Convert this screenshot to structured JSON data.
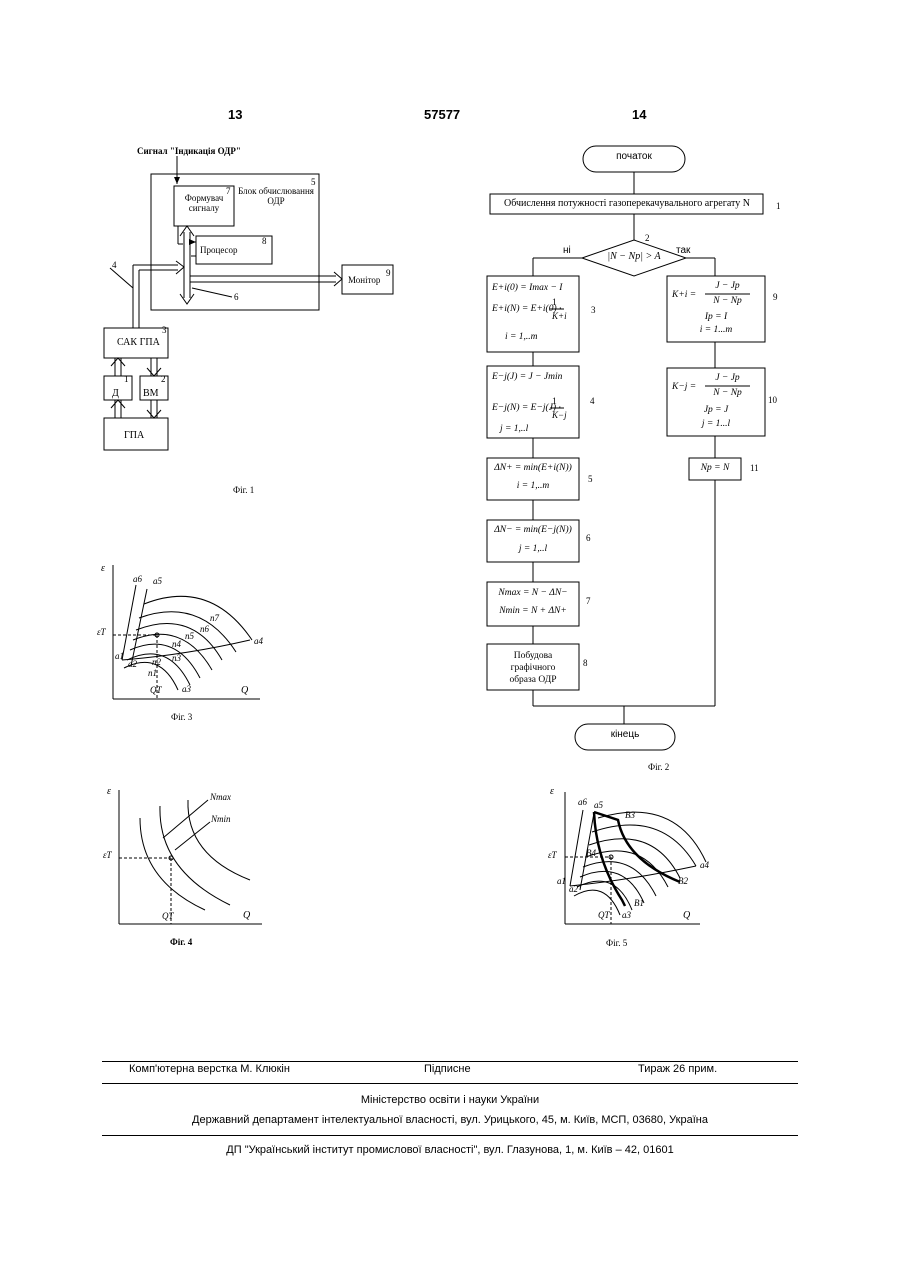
{
  "header": {
    "page_left": "13",
    "doc_number": "57577",
    "page_right": "14"
  },
  "fig1": {
    "caption": "Фіг. 1",
    "signal_label": "Сигнал \"Індикація ОДР\"",
    "block5_title_1": "Блок обчислювання",
    "block5_title_2": "ОДР",
    "former_1": "Формувач",
    "former_2": "сигналу",
    "processor": "Процесор",
    "monitor": "Монітор",
    "sak": "САК ГПА",
    "d": "Д",
    "vm": "ВМ",
    "gpa": "ГПА",
    "n": {
      "3": "3",
      "1": "1",
      "2": "2",
      "4": "4",
      "5": "5",
      "6": "6",
      "7": "7",
      "8": "8",
      "9": "9"
    }
  },
  "fig2": {
    "caption": "Фіг. 2",
    "start": "початок",
    "end": "кінець",
    "step1": "Обчислення потужності газоперекачувального агрегату N",
    "decision": "|N − Np| > A",
    "no": "ні",
    "yes": "так",
    "step8_1": "Побудова",
    "step8_2": "графічного",
    "step8_3": "образа ОДР",
    "b3": {
      "l1": "E+i(0) = Imax − I",
      "l2a": "E+i(N) = E+i(0) ·",
      "num": "1",
      "den": "K+i",
      "l3": "i = 1,..m"
    },
    "b4": {
      "l1": "E−j(J) = J − Jmin",
      "l2a": "E−j(N) = E−j(J) ·",
      "num": "1",
      "den": "K−j",
      "l3": "j = 1,..l"
    },
    "b5": {
      "l1": "ΔN+ = min(E+i(N))",
      "l2": "i = 1,..m"
    },
    "b6": {
      "l1": "ΔN− = min(E−j(N))",
      "l2": "j = 1,..l"
    },
    "b7": {
      "l1": "Nmax = N − ΔN−",
      "l2": "Nmin = N + ΔN+"
    },
    "b9": {
      "l1a": "K+i =",
      "num": "J − Jp",
      "den": "N − Np",
      "l2": "Ip = I",
      "l3": "i = 1...m"
    },
    "b10": {
      "l1a": "K−j =",
      "num": "J − Jp",
      "den": "N − Np",
      "l2": "Jp = J",
      "l3": "j = 1...l"
    },
    "b11": {
      "l1": "Np = N"
    },
    "n": {
      "1": "1",
      "2": "2",
      "3": "3",
      "4": "4",
      "5": "5",
      "6": "6",
      "7": "7",
      "8": "8",
      "9": "9",
      "10": "10",
      "11": "11"
    }
  },
  "fig3": {
    "caption": "Фіг. 3",
    "eps": "ε",
    "epsT": "εT",
    "Q": "Q",
    "QT": "QT",
    "a1": "a1",
    "a2": "a2",
    "a3": "a3",
    "a4": "a4",
    "a5": "a5",
    "a6": "a6",
    "n1": "n1",
    "n2": "n2",
    "n3": "n3",
    "n4": "n4",
    "n5": "n5",
    "n6": "n6",
    "n7": "n7"
  },
  "fig4": {
    "caption": "Фіг. 4",
    "eps": "ε",
    "epsT": "εT",
    "Q": "Q",
    "QT": "QT",
    "Nmax": "Nmax",
    "Nmin": "Nmin"
  },
  "fig5": {
    "caption": "Фіг. 5",
    "eps": "ε",
    "epsT": "εT",
    "Q": "Q",
    "QT": "QT",
    "a1": "a1",
    "a2": "a2",
    "a3": "a3",
    "a4": "a4",
    "a5": "a5",
    "a6": "a6",
    "B1": "B1",
    "B2": "B2",
    "B3": "B3",
    "B4": "B4"
  },
  "footer": {
    "typesetting": "Комп'ютерна верстка М. Клюкін",
    "signed": "Підписне",
    "circulation": "Тираж 26 прим.",
    "ministry": "Міністерство освіти і науки України",
    "department": "Державний департамент інтелектуальної власності, вул. Урицького, 45, м. Київ, МСП, 03680, Україна",
    "institute": "ДП \"Український інститут промислової власності\", вул. Глазунова, 1, м. Київ – 42, 01601"
  }
}
